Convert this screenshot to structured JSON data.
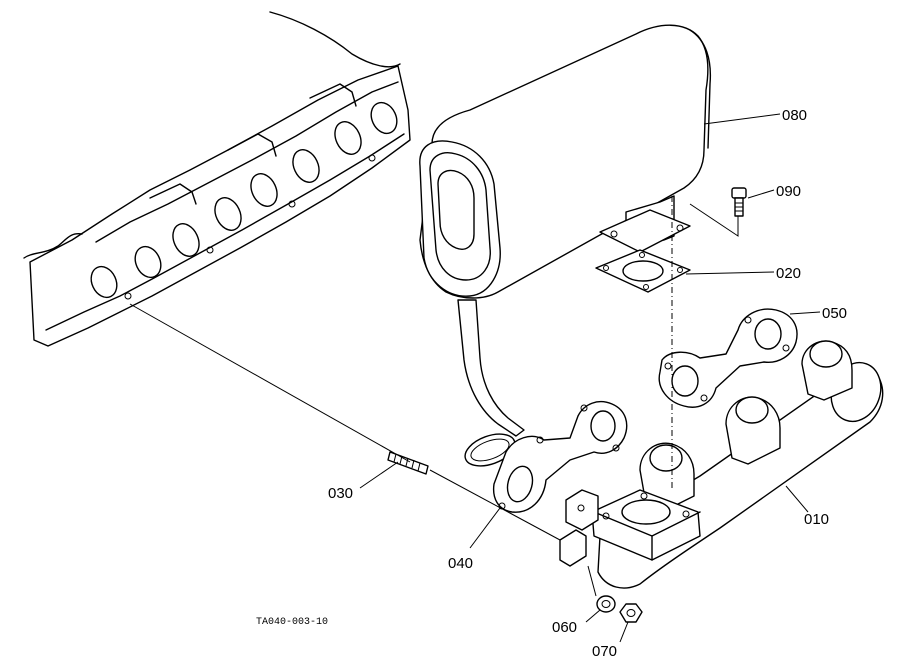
{
  "diagram": {
    "figure_code": "TA040-003-10",
    "callouts": [
      {
        "id": "p010",
        "label": "010"
      },
      {
        "id": "p020",
        "label": "020"
      },
      {
        "id": "p030",
        "label": "030"
      },
      {
        "id": "p040",
        "label": "040"
      },
      {
        "id": "p050",
        "label": "050"
      },
      {
        "id": "p060",
        "label": "060"
      },
      {
        "id": "p070",
        "label": "070"
      },
      {
        "id": "p080",
        "label": "080"
      },
      {
        "id": "p090",
        "label": "090"
      }
    ]
  }
}
